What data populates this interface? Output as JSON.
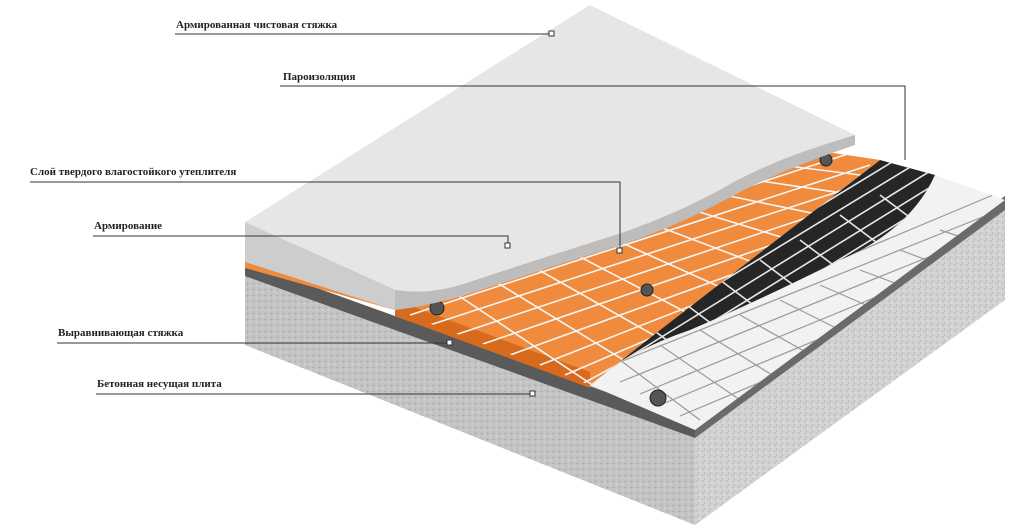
{
  "diagram": {
    "labels": [
      "Армированная чистовая стяжка",
      "Пароизоляция",
      "Слой твердого влагостойкого утеплителя",
      "Армирование",
      "Выравнивающая стяжка",
      "Бетонная несущая плита"
    ]
  },
  "colors": {
    "screed_top": "#e4e4e4",
    "screed_side": "#c9c9c9",
    "insulation": "#f08a3c",
    "vapor_barrier": "#2a2a2a",
    "concrete": "#cfcfcf",
    "mesh": "#f4f4f4",
    "leader_line": "#333333"
  }
}
